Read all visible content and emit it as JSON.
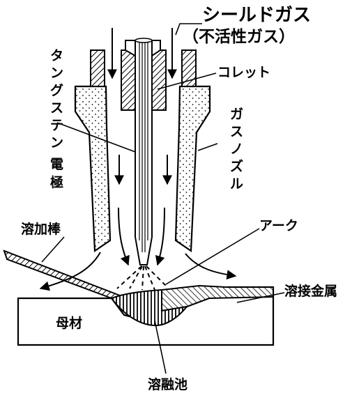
{
  "labels": {
    "shield_gas_line1": "シールドガス",
    "shield_gas_line2": "（不活性ガス）",
    "collet": "コレット",
    "tungsten_electrode_line1": "タングステン",
    "tungsten_electrode_line2": "電極",
    "gas_nozzle": "ガスノズル",
    "filler_rod": "溶加棒",
    "arc": "アーク",
    "weld_metal": "溶接金属",
    "base_metal": "母材",
    "weld_pool": "溶融池"
  },
  "colors": {
    "ink": "#000000",
    "paper": "#ffffff"
  }
}
